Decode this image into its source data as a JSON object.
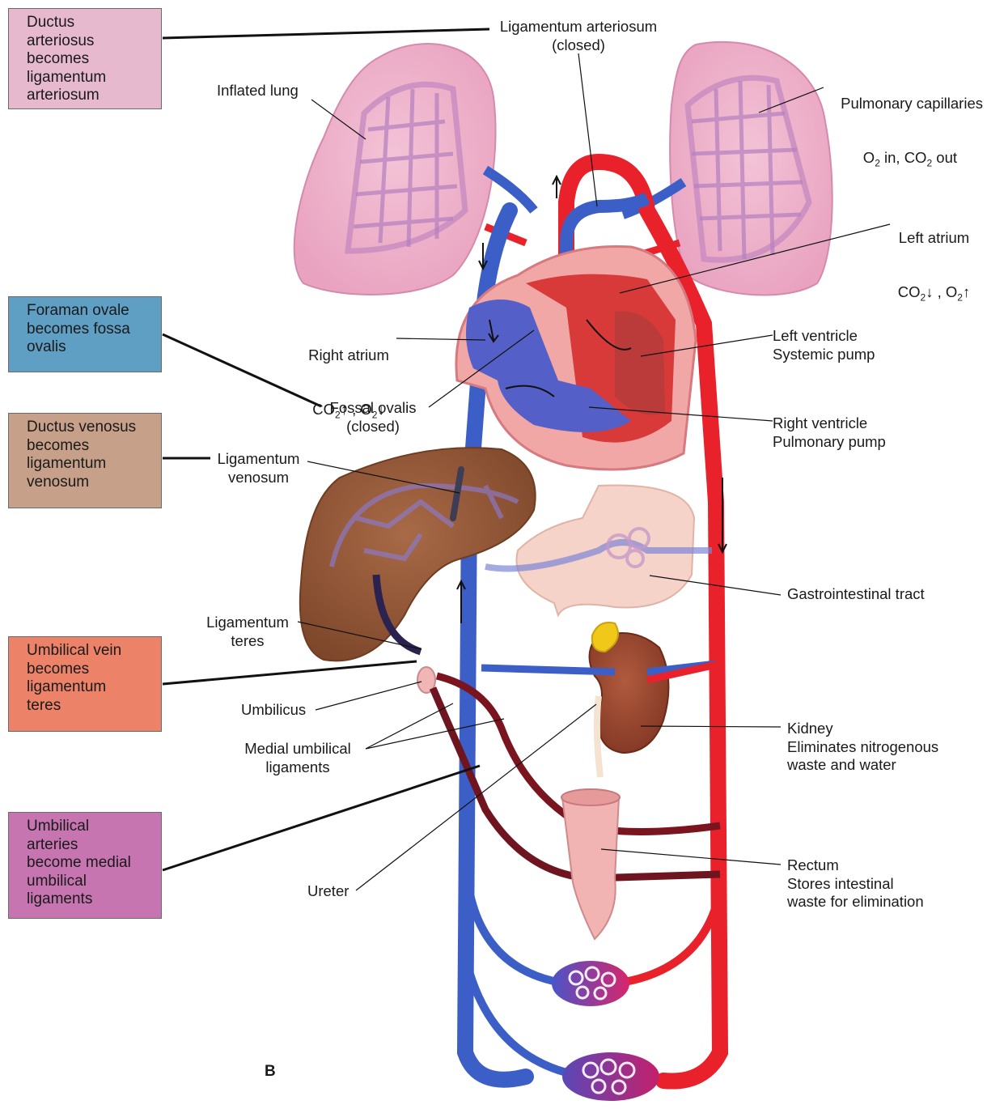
{
  "colors": {
    "box_ductus_arteriosus": "#e6b9cf",
    "box_foramen_ovale": "#5f9fc4",
    "box_ductus_venosus": "#c6a088",
    "box_umbilical_vein": "#ec8268",
    "box_umbilical_arteries": "#c675b1",
    "artery": "#e8212a",
    "vein": "#3c5fc7",
    "lung": "#efb4cd",
    "liver": "#8f5538",
    "kidney": "#9a4a34"
  },
  "boxes": {
    "ductus_arteriosus": "Ductus\narteriosus\nbecomes\nligamentum\narteriosum",
    "foramen_ovale": "Foraman ovale\nbecomes fossa\novalis",
    "ductus_venosus": "Ductus venosus\nbecomes\nligamentum\nvenosum",
    "umbilical_vein": "Umbilical vein\nbecomes\nligamentum\nteres",
    "umbilical_arteries": "Umbilical\narteries\nbecome medial\numbilical\nligaments"
  },
  "labels": {
    "ligamentum_arteriosum": "Ligamentum arteriosum\n(closed)",
    "inflated_lung": "Inflated lung",
    "pulmonary_capillaries_title": "Pulmonary capillaries",
    "pulmonary_capillaries_o2": "O",
    "pulmonary_capillaries_sub_o2": "2",
    "pulmonary_capillaries_mid": " in, CO",
    "pulmonary_capillaries_sub_co2": "2",
    "pulmonary_capillaries_end": " out",
    "left_atrium_title": "Left atrium",
    "left_atrium_co": "CO",
    "left_atrium_sub1": "2",
    "left_atrium_mid": "↓ , O",
    "left_atrium_sub2": "2",
    "left_atrium_end": "↑",
    "right_atrium_title": "Right atrium",
    "right_atrium_co": "CO",
    "right_atrium_sub1": "2",
    "right_atrium_mid": "↑ , O",
    "right_atrium_sub2": "2",
    "right_atrium_end": "↓",
    "left_ventricle": "Left ventricle\nSystemic pump",
    "fossal_ovalis": "Fossal ovalis\n(closed)",
    "right_ventricle": "Right ventricle\nPulmonary pump",
    "ligamentum_venosum": "Ligamentum\nvenosum",
    "gastrointestinal_tract": "Gastrointestinal tract",
    "ligamentum_teres": "Ligamentum\nteres",
    "umbilicus": "Umbilicus",
    "medial_umbilical_ligaments": "Medial umbilical\nligaments",
    "kidney": "Kidney\nEliminates nitrogenous\nwaste and water",
    "ureter": "Ureter",
    "rectum": "Rectum\nStores intestinal\nwaste for elimination",
    "panel_letter": "B"
  }
}
